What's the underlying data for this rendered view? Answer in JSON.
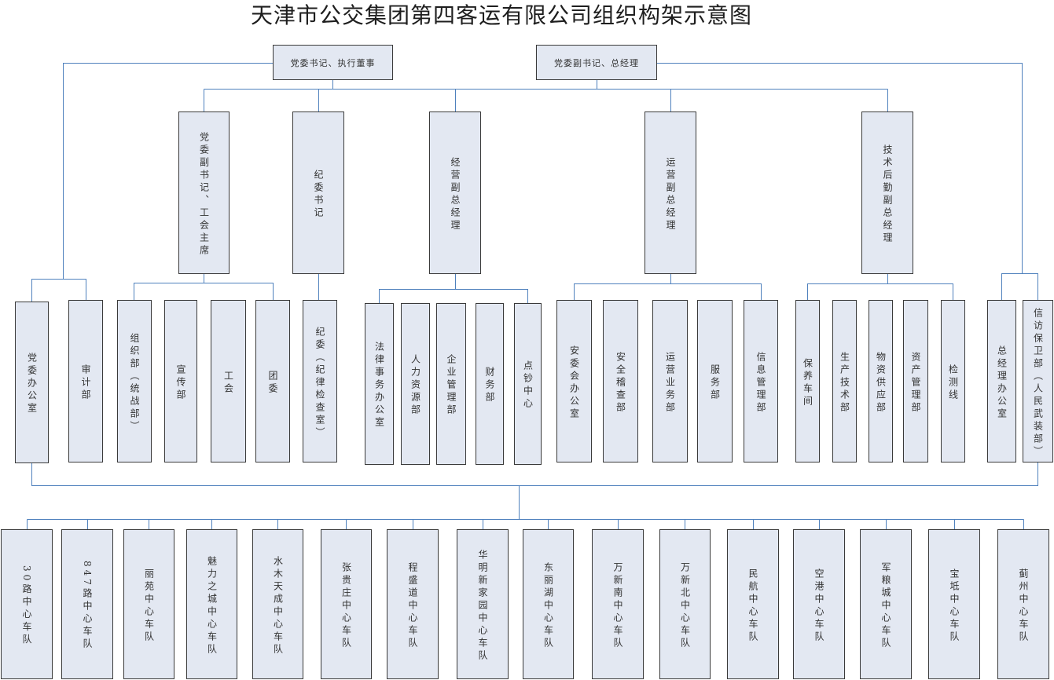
{
  "title": "天津市公交集团第四客运有限公司组织构架示意图",
  "leadership": {
    "party_secretary": "党委书记、执行董事",
    "general_manager": "党委副书记、总经理"
  },
  "deputies": {
    "party_union": "党委副书记、工会主席",
    "discipline": "纪委书记",
    "business": "经营副总经理",
    "operations": "运营副总经理",
    "technical": "技术后勤副总经理"
  },
  "departments": {
    "party_secretary_direct": [
      "党委办公室",
      "审计部"
    ],
    "party_deputy": [
      "组织部（统战部）",
      "宣传部",
      "工会",
      "团委"
    ],
    "discipline": [
      "纪委（纪律检查室）"
    ],
    "business": [
      "法律事务办公室",
      "人力资源部",
      "企业管理部",
      "财务部",
      "点钞中心"
    ],
    "operations": [
      "安委会办公室",
      "安全稽查部",
      "运营业务部",
      "服务部",
      "信息管理部"
    ],
    "technical": [
      "保养车间",
      "生产技术部",
      "物资供应部",
      "资产管理部",
      "检测线"
    ],
    "gm_direct": [
      "总经理办公室",
      "信访保卫部（人民武装部）"
    ]
  },
  "fleets": [
    "30路中心车队",
    "847路中心车队",
    "丽苑中心车队",
    "魅力之城中心车队",
    "水木天成中心车队",
    "张贵庄中心车队",
    "程盛道中心车队",
    "华明新家园中心车队",
    "东丽湖中心车队",
    "万新南中心车队",
    "万新北中心车队",
    "民航中心车队",
    "空港中心车队",
    "军粮城中心车队",
    "宝坻中心车队",
    "蓟州中心车队"
  ],
  "colors": {
    "box_fill": "#e3e8f2",
    "box_border": "#3a3a3a",
    "connector": "#4f81bd"
  }
}
